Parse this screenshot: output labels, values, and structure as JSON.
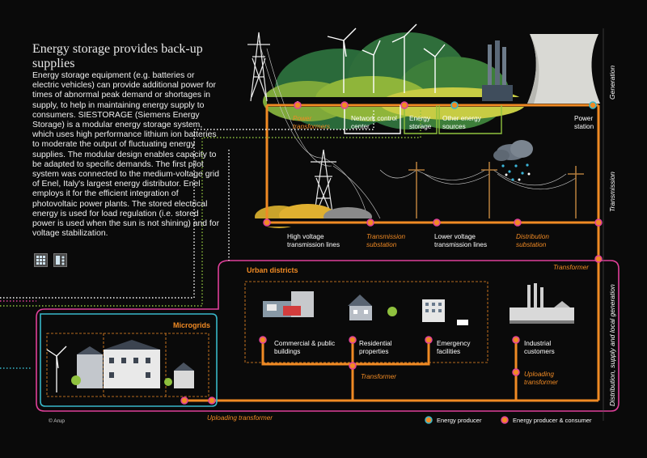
{
  "title": "Energy storage provides back-up supplies",
  "body": "Energy storage equipment (e.g. batteries or electric vehicles) can provide additional power for times of abnormal peak demand or shortages in supply, to help in maintaining energy supply to consumers. SIESTORAGE (Siemens Energy Storage) is a modular energy storage system, which uses high performance lithium ion batteries to moderate the output of fluctuating energy supplies. The modular design enables capacity to be adapted to specific demands. The first pilot system was connected to the medium-voltage grid of Enel, Italy's largest energy distributor. Enel employs it for the efficient integration of photovoltaic power plants. The stored electrical energy is used for load regulation (i.e. stored power is used when the sun is not shining) and for voltage stabilization.",
  "labels": {
    "power_transformers": "Power transformers",
    "network_control": "Network control center",
    "energy_storage": "Energy storage",
    "other_sources": "Other energy sources",
    "power_station": "Power station",
    "hv_lines": "High voltage transmission lines",
    "transmission_substation": "Transmission substation",
    "lv_lines": "Lower voltage transmission lines",
    "distribution_substation": "Distribution substation",
    "transformer_right": "Transformer",
    "urban_districts": "Urban districts",
    "commercial": "Commercial & public buildings",
    "residential": "Residential properties",
    "emergency": "Emergency facilities",
    "industrial": "Industrial customers",
    "transformer_center": "Transformer",
    "uploading_transformer_right": "Uploading transformer",
    "microgrids": "Microgrids",
    "uploading_transformer_bottom": "Uploading transformer"
  },
  "side": {
    "generation": "Generation",
    "transmission": "Transmission",
    "distribution": "Distribution, supply and local generation"
  },
  "legend": {
    "producer": "Energy producer",
    "producer_consumer": "Energy producer & consumer"
  },
  "copyright": "© Arup",
  "colors": {
    "orange": "#f08a24",
    "magenta": "#e0409a",
    "cyan": "#38b7c9",
    "green": "#8fc13e",
    "dark_green": "#2f6e3b",
    "grey": "#8a8a8a"
  },
  "icons": [
    "grid-icon",
    "share-icon",
    "wind-turbine-icon",
    "pylon-icon",
    "cooling-tower-icon",
    "rain-cloud-icon",
    "house-icon",
    "factory-icon"
  ]
}
